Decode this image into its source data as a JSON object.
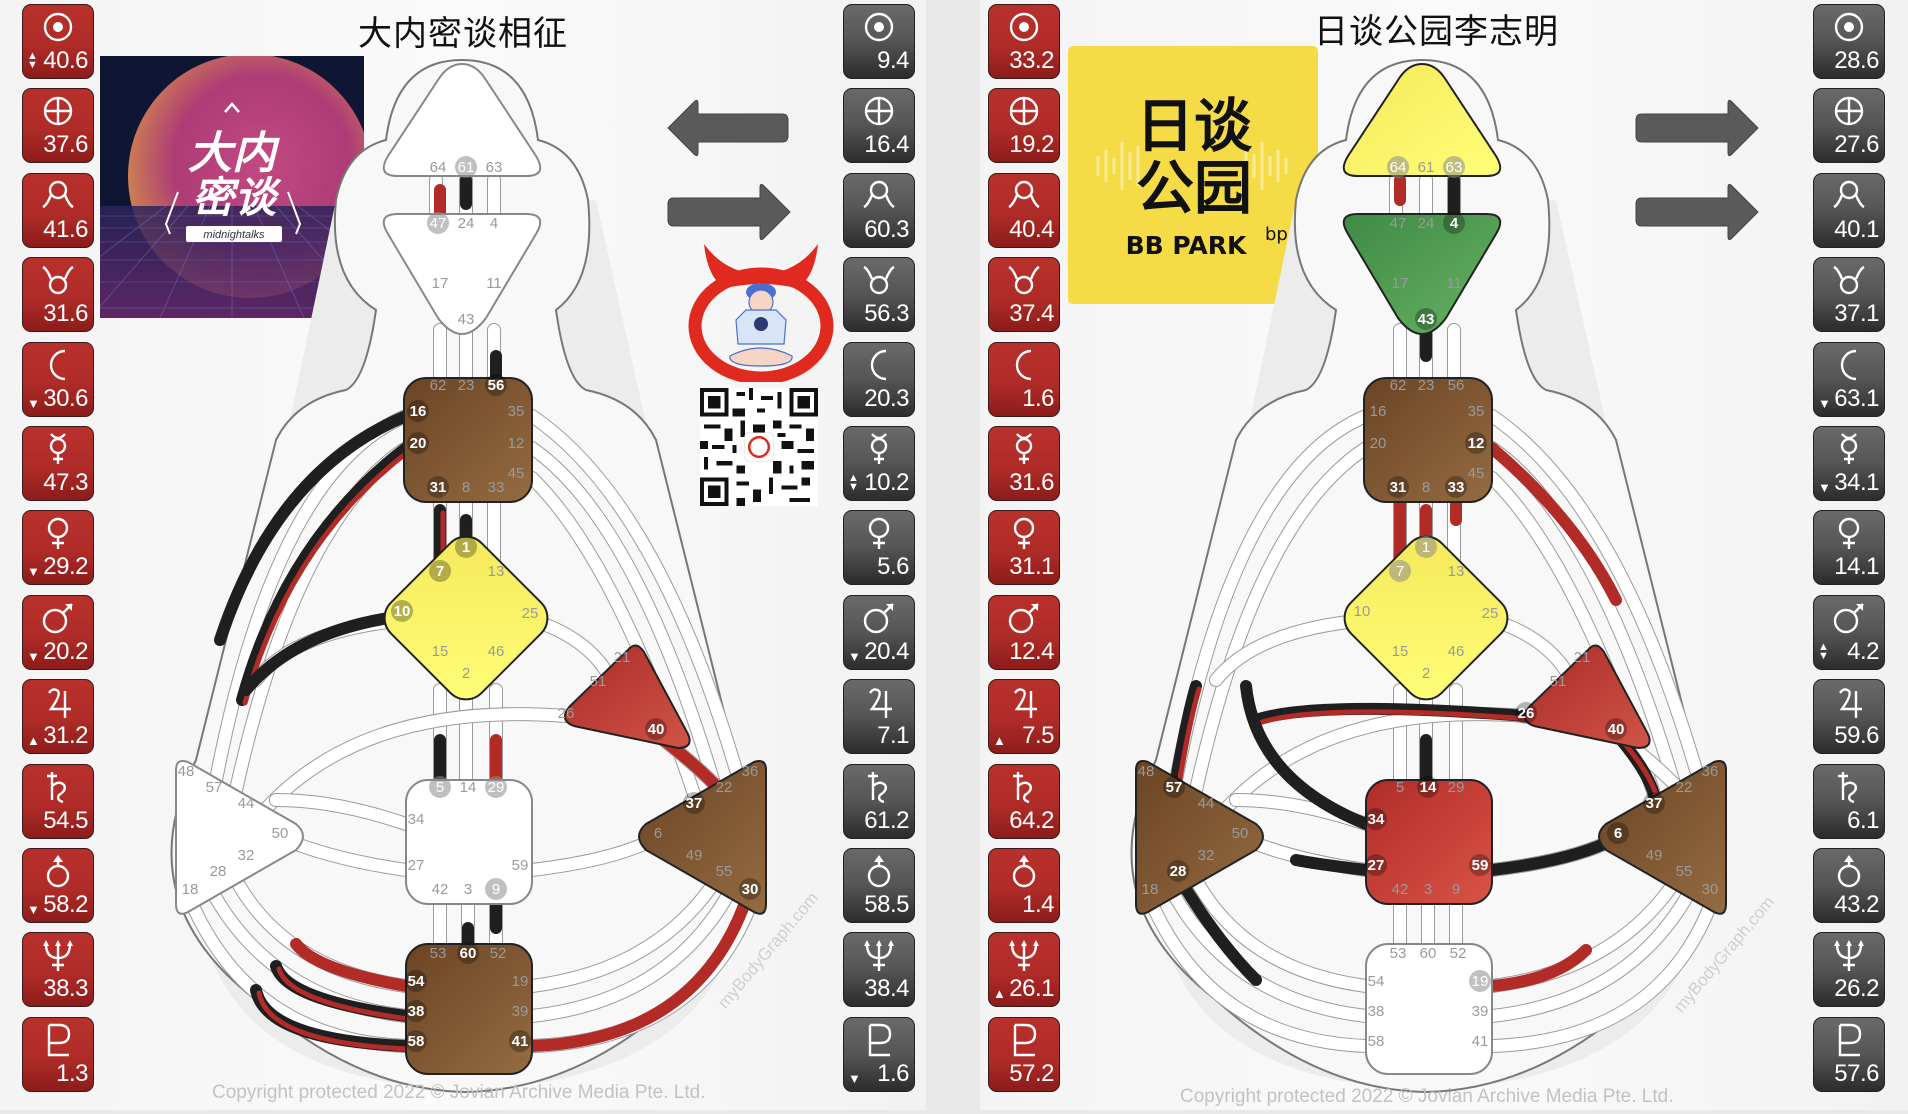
{
  "left_chart": {
    "title": "大内密谈相征",
    "podcast_logo": {
      "title_cn": "大内密谈",
      "subtitle": "midnightalks"
    },
    "design_column": [
      {
        "planet": "sun-icon",
        "value": "40.6",
        "arrow": "updown"
      },
      {
        "planet": "earth-icon",
        "value": "37.6",
        "arrow": ""
      },
      {
        "planet": "north-node-icon",
        "value": "41.6",
        "arrow": ""
      },
      {
        "planet": "south-node-icon",
        "value": "31.6",
        "arrow": ""
      },
      {
        "planet": "moon-icon",
        "value": "30.6",
        "arrow": "down"
      },
      {
        "planet": "mercury-icon",
        "value": "47.3",
        "arrow": ""
      },
      {
        "planet": "venus-icon",
        "value": "29.2",
        "arrow": "down"
      },
      {
        "planet": "mars-icon",
        "value": "20.2",
        "arrow": "down"
      },
      {
        "planet": "jupiter-icon",
        "value": "31.2",
        "arrow": "up"
      },
      {
        "planet": "saturn-icon",
        "value": "54.5",
        "arrow": ""
      },
      {
        "planet": "uranus-icon",
        "value": "58.2",
        "arrow": "down"
      },
      {
        "planet": "neptune-icon",
        "value": "38.3",
        "arrow": ""
      },
      {
        "planet": "pluto-icon",
        "value": "1.3",
        "arrow": ""
      }
    ],
    "personality_column": [
      {
        "planet": "sun-icon",
        "value": "9.4",
        "arrow": ""
      },
      {
        "planet": "earth-icon",
        "value": "16.4",
        "arrow": ""
      },
      {
        "planet": "north-node-icon",
        "value": "60.3",
        "arrow": ""
      },
      {
        "planet": "south-node-icon",
        "value": "56.3",
        "arrow": ""
      },
      {
        "planet": "moon-icon",
        "value": "20.3",
        "arrow": ""
      },
      {
        "planet": "mercury-icon",
        "value": "10.2",
        "arrow": "updown"
      },
      {
        "planet": "venus-icon",
        "value": "5.6",
        "arrow": ""
      },
      {
        "planet": "mars-icon",
        "value": "20.4",
        "arrow": "down"
      },
      {
        "planet": "jupiter-icon",
        "value": "7.1",
        "arrow": ""
      },
      {
        "planet": "saturn-icon",
        "value": "61.2",
        "arrow": ""
      },
      {
        "planet": "uranus-icon",
        "value": "58.5",
        "arrow": ""
      },
      {
        "planet": "neptune-icon",
        "value": "38.4",
        "arrow": ""
      },
      {
        "planet": "pluto-icon",
        "value": "1.6",
        "arrow": "down"
      }
    ],
    "centers": {
      "head": {
        "defined": false,
        "color": "#ffffff"
      },
      "ajna": {
        "defined": false,
        "color": "#ffffff"
      },
      "throat": {
        "defined": true,
        "color": "#6b4424"
      },
      "g": {
        "defined": true,
        "color": "#f5e85a"
      },
      "ego": {
        "defined": true,
        "color": "#a82c28"
      },
      "sacral": {
        "defined": false,
        "color": "#ffffff"
      },
      "spleen": {
        "defined": false,
        "color": "#ffffff"
      },
      "solar_plexus": {
        "defined": true,
        "color": "#6b4424"
      },
      "root": {
        "defined": true,
        "color": "#6b4424"
      }
    },
    "gates": {
      "head": [
        "64",
        "61",
        "63"
      ],
      "ajna": [
        "47",
        "24",
        "4",
        "17",
        "11",
        "43"
      ],
      "throat": [
        "62",
        "23",
        "56",
        "16",
        "35",
        "20",
        "12",
        "45",
        "31",
        "8",
        "33"
      ],
      "g": [
        "1",
        "7",
        "13",
        "10",
        "25",
        "15",
        "46",
        "2"
      ],
      "ego": [
        "21",
        "51",
        "26",
        "40"
      ],
      "sacral": [
        "5",
        "14",
        "29",
        "34",
        "27",
        "59",
        "42",
        "3",
        "9"
      ],
      "spleen": [
        "48",
        "57",
        "44",
        "50",
        "32",
        "28",
        "18"
      ],
      "solar_plexus": [
        "36",
        "22",
        "37",
        "6",
        "49",
        "55",
        "30"
      ],
      "root": [
        "53",
        "60",
        "52",
        "54",
        "19",
        "38",
        "39",
        "58",
        "41"
      ]
    },
    "active_gates": [
      "56",
      "16",
      "20",
      "31",
      "1",
      "7",
      "10",
      "40",
      "37",
      "30",
      "54",
      "38",
      "58",
      "41",
      "60"
    ],
    "muted_active_gates": [
      "61",
      "47",
      "5",
      "29",
      "9"
    ],
    "copyright": "Copyright protected 2022 © Jovian Archive Media Pte. Ltd.",
    "watermark": "myBodyGraph.com",
    "nav": {
      "prev": "previous-arrow",
      "next": "next-arrow"
    }
  },
  "right_chart": {
    "title": "日谈公园李志明",
    "podcast_logo": {
      "title_cn_1": "日谈",
      "title_cn_2": "公园",
      "subtitle": "BB PARK",
      "mark": "bp"
    },
    "design_column": [
      {
        "planet": "sun-icon",
        "value": "33.2",
        "arrow": ""
      },
      {
        "planet": "earth-icon",
        "value": "19.2",
        "arrow": ""
      },
      {
        "planet": "north-node-icon",
        "value": "40.4",
        "arrow": ""
      },
      {
        "planet": "south-node-icon",
        "value": "37.4",
        "arrow": ""
      },
      {
        "planet": "moon-icon",
        "value": "1.6",
        "arrow": ""
      },
      {
        "planet": "mercury-icon",
        "value": "31.6",
        "arrow": ""
      },
      {
        "planet": "venus-icon",
        "value": "31.1",
        "arrow": ""
      },
      {
        "planet": "mars-icon",
        "value": "12.4",
        "arrow": ""
      },
      {
        "planet": "jupiter-icon",
        "value": "7.5",
        "arrow": "up"
      },
      {
        "planet": "saturn-icon",
        "value": "64.2",
        "arrow": ""
      },
      {
        "planet": "uranus-icon",
        "value": "1.4",
        "arrow": ""
      },
      {
        "planet": "neptune-icon",
        "value": "26.1",
        "arrow": "up"
      },
      {
        "planet": "pluto-icon",
        "value": "57.2",
        "arrow": ""
      }
    ],
    "personality_column": [
      {
        "planet": "sun-icon",
        "value": "28.6",
        "arrow": ""
      },
      {
        "planet": "earth-icon",
        "value": "27.6",
        "arrow": ""
      },
      {
        "planet": "north-node-icon",
        "value": "40.1",
        "arrow": ""
      },
      {
        "planet": "south-node-icon",
        "value": "37.1",
        "arrow": ""
      },
      {
        "planet": "moon-icon",
        "value": "63.1",
        "arrow": "down"
      },
      {
        "planet": "mercury-icon",
        "value": "34.1",
        "arrow": "down"
      },
      {
        "planet": "venus-icon",
        "value": "14.1",
        "arrow": ""
      },
      {
        "planet": "mars-icon",
        "value": "4.2",
        "arrow": "updown"
      },
      {
        "planet": "jupiter-icon",
        "value": "59.6",
        "arrow": ""
      },
      {
        "planet": "saturn-icon",
        "value": "6.1",
        "arrow": ""
      },
      {
        "planet": "uranus-icon",
        "value": "43.2",
        "arrow": ""
      },
      {
        "planet": "neptune-icon",
        "value": "26.2",
        "arrow": ""
      },
      {
        "planet": "pluto-icon",
        "value": "57.6",
        "arrow": ""
      }
    ],
    "centers": {
      "head": {
        "defined": true,
        "color": "#f5e85a"
      },
      "ajna": {
        "defined": true,
        "color": "#3f8a45"
      },
      "throat": {
        "defined": true,
        "color": "#6b4424"
      },
      "g": {
        "defined": true,
        "color": "#f5e85a"
      },
      "ego": {
        "defined": true,
        "color": "#a82c28"
      },
      "sacral": {
        "defined": true,
        "color": "#b02c28"
      },
      "spleen": {
        "defined": true,
        "color": "#6b4424"
      },
      "solar_plexus": {
        "defined": true,
        "color": "#6b4424"
      },
      "root": {
        "defined": false,
        "color": "#ffffff"
      }
    },
    "active_gates": [
      "4",
      "43",
      "12",
      "31",
      "33",
      "26",
      "40",
      "14",
      "34",
      "27",
      "59",
      "57",
      "28",
      "37",
      "6"
    ],
    "muted_active_gates": [
      "64",
      "63",
      "1",
      "7",
      "19"
    ],
    "copyright": "Copyright protected 2022 © Jovian Archive Media Pte. Ltd.",
    "watermark": "myBodyGraph.com",
    "nav": {
      "next1": "next-arrow",
      "next2": "next-arrow"
    }
  }
}
